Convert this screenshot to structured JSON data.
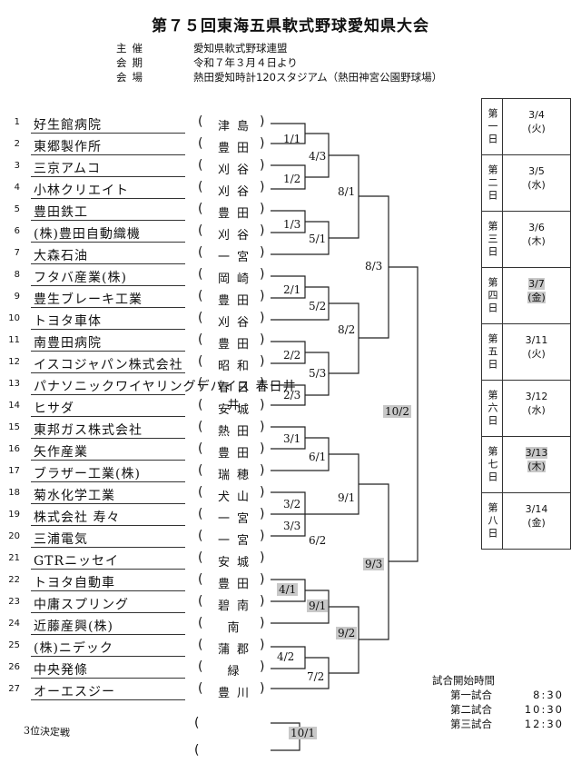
{
  "title": "第７５回東海五県軟式野球愛知県大会",
  "info": [
    {
      "key": "主催",
      "value": "愛知県軟式野球連盟"
    },
    {
      "key": "会期",
      "value": "令和７年３月４日より"
    },
    {
      "key": "会場",
      "value": "熱田愛知時計120スタジアム（熱田神宮公園野球場）"
    }
  ],
  "teams": [
    {
      "no": "1",
      "name": "好生館病院",
      "city": "津島"
    },
    {
      "no": "2",
      "name": "東郷製作所",
      "city": "豊田"
    },
    {
      "no": "3",
      "name": "三京アムコ",
      "city": "刈谷"
    },
    {
      "no": "4",
      "name": "小林クリエイト",
      "city": "刈谷"
    },
    {
      "no": "5",
      "name": "豊田鉄工",
      "city": "豊田"
    },
    {
      "no": "6",
      "name": "(株)豊田自動織機",
      "city": "刈谷"
    },
    {
      "no": "7",
      "name": "大森石油",
      "city": "一宮"
    },
    {
      "no": "8",
      "name": "フタバ産業(株)",
      "city": "岡崎"
    },
    {
      "no": "9",
      "name": "豊生ブレーキ工業",
      "city": "豊田"
    },
    {
      "no": "10",
      "name": "トヨタ車体",
      "city": "刈谷"
    },
    {
      "no": "11",
      "name": "南豊田病院",
      "city": "豊田"
    },
    {
      "no": "12",
      "name": "イスコジャパン株式会社",
      "city": "昭和"
    },
    {
      "no": "13",
      "name": "パナソニックワイヤリングデバイス 春日井",
      "city": "春日井"
    },
    {
      "no": "14",
      "name": "ヒサダ",
      "city": "安城"
    },
    {
      "no": "15",
      "name": "東邦ガス株式会社",
      "city": "熱田"
    },
    {
      "no": "16",
      "name": "矢作産業",
      "city": "豊田"
    },
    {
      "no": "17",
      "name": "ブラザー工業(株)",
      "city": "瑞穂"
    },
    {
      "no": "18",
      "name": "菊水化学工業",
      "city": "犬山"
    },
    {
      "no": "19",
      "name": "株式会社 寿々",
      "city": "一宮"
    },
    {
      "no": "20",
      "name": "三浦電気",
      "city": "一宮"
    },
    {
      "no": "21",
      "name": "GTRニッセイ",
      "city": "安城"
    },
    {
      "no": "22",
      "name": "トヨタ自動車",
      "city": "豊田"
    },
    {
      "no": "23",
      "name": "中庸スプリング",
      "city": "碧南"
    },
    {
      "no": "24",
      "name": "近藤産興(株)",
      "city": "南"
    },
    {
      "no": "25",
      "name": "(株)ニデック",
      "city": "蒲郡"
    },
    {
      "no": "26",
      "name": "中央発條",
      "city": "緑"
    },
    {
      "no": "27",
      "name": "オーエスジー",
      "city": "豊川"
    }
  ],
  "schedule": [
    {
      "day": "第一日",
      "date": "3/4",
      "weekday": "(火)",
      "highlight": false
    },
    {
      "day": "第二日",
      "date": "3/5",
      "weekday": "(水)",
      "highlight": false
    },
    {
      "day": "第三日",
      "date": "3/6",
      "weekday": "(木)",
      "highlight": false
    },
    {
      "day": "第四日",
      "date": "3/7",
      "weekday": "(金)",
      "highlight": true
    },
    {
      "day": "第五日",
      "date": "3/11",
      "weekday": "(火)",
      "highlight": false
    },
    {
      "day": "第六日",
      "date": "3/12",
      "weekday": "(水)",
      "highlight": false
    },
    {
      "day": "第七日",
      "date": "3/13",
      "weekday": "(木)",
      "highlight": true
    },
    {
      "day": "第八日",
      "date": "3/14",
      "weekday": "(金)",
      "highlight": false
    }
  ],
  "times": {
    "title": "試合開始時間",
    "rows": [
      {
        "label": "第一試合",
        "time": "8:30"
      },
      {
        "label": "第二試合",
        "time": "10:30"
      },
      {
        "label": "第三試合",
        "time": "12:30"
      }
    ]
  },
  "third_place": {
    "label": "3位決定戦",
    "score": "10/1"
  },
  "scores": {
    "r1_1": "1/1",
    "r1_2": "1/2",
    "r2_1": "4/3",
    "r1_3": "1/3",
    "r2_2": "5/1",
    "qf_1": "8/1",
    "r1_4": "2/1",
    "r2_3": "5/2",
    "r1_5": "2/2",
    "r2_4": "5/3",
    "qf_2": "8/2",
    "r1_6": "2/3",
    "sf_1": "8/3",
    "r1_7": "3/1",
    "r2_5": "6/1",
    "r1_8": "3/2",
    "r1_9": "3/3",
    "r2_6": "6/2",
    "qf_3": "9/1",
    "r1_10": "4/1",
    "r2_7": "9/1",
    "r1_11": "4/2",
    "r2_8": "7/2",
    "qf_4": "9/2",
    "sf_2": "9/3",
    "final": "10/2"
  }
}
